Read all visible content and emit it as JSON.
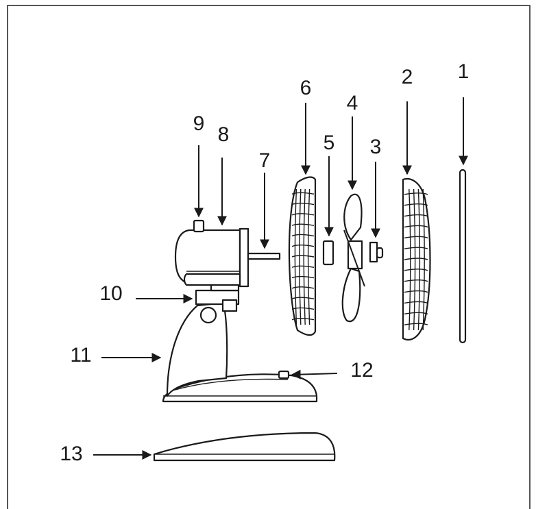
{
  "callouts": [
    {
      "id": "1",
      "label": "1"
    },
    {
      "id": "2",
      "label": "2"
    },
    {
      "id": "3",
      "label": "3"
    },
    {
      "id": "4",
      "label": "4"
    },
    {
      "id": "5",
      "label": "5"
    },
    {
      "id": "6",
      "label": "6"
    },
    {
      "id": "7",
      "label": "7"
    },
    {
      "id": "8",
      "label": "8"
    },
    {
      "id": "9",
      "label": "9"
    },
    {
      "id": "10",
      "label": "10"
    },
    {
      "id": "11",
      "label": "11"
    },
    {
      "id": "12",
      "label": "12"
    },
    {
      "id": "13",
      "label": "13"
    }
  ],
  "colors": {
    "line": "#1a1a1a",
    "background": "#ffffff",
    "frame": "#555555"
  }
}
